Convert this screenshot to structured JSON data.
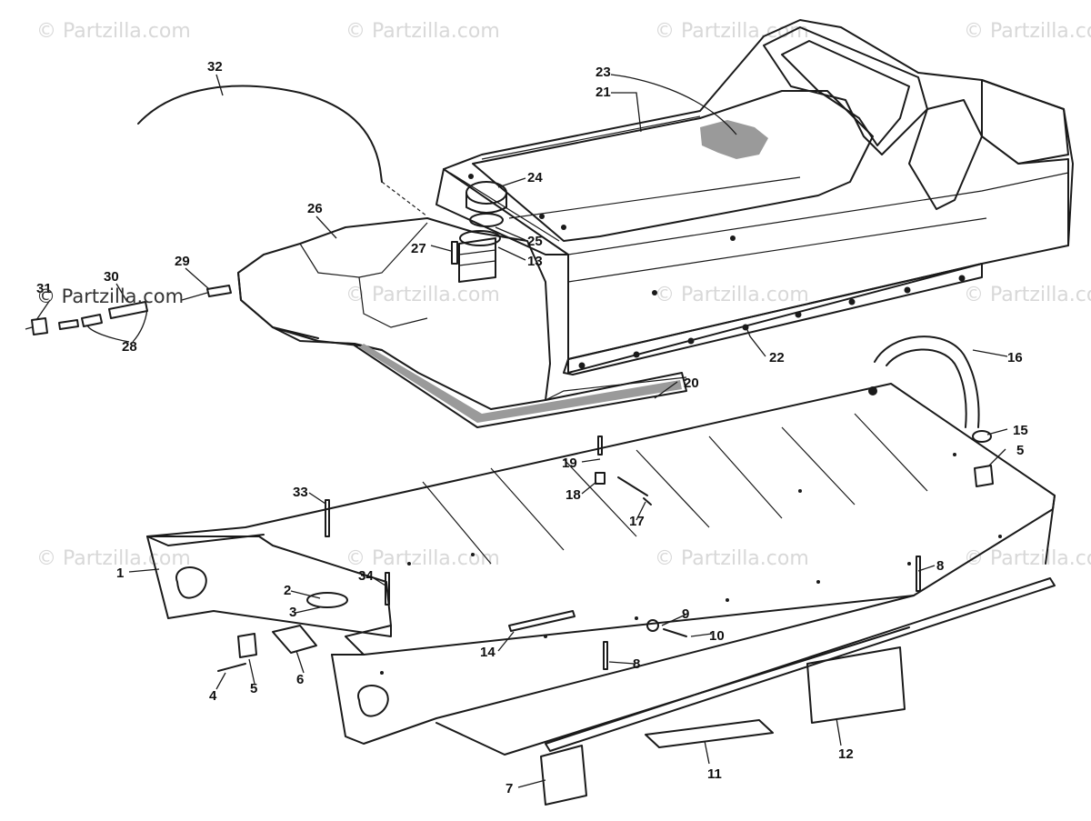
{
  "watermark": {
    "text": "© Partzilla.com",
    "overlay_text": "© Partzilla.com"
  },
  "callouts": {
    "c1": "1",
    "c2": "2",
    "c3": "3",
    "c4": "4",
    "c5a": "5",
    "c5b": "5",
    "c6": "6",
    "c7": "7",
    "c8a": "8",
    "c8b": "8",
    "c9": "9",
    "c10": "10",
    "c11": "11",
    "c12": "12",
    "c13": "13",
    "c14": "14",
    "c15": "15",
    "c16": "16",
    "c17": "17",
    "c18": "18",
    "c19": "19",
    "c20": "20",
    "c21": "21",
    "c22": "22",
    "c23": "23",
    "c24": "24",
    "c25": "25",
    "c26": "26",
    "c27": "27",
    "c28": "28",
    "c29": "29",
    "c30": "30",
    "c31": "31",
    "c32": "32",
    "c33": "33",
    "c34": "34"
  }
}
